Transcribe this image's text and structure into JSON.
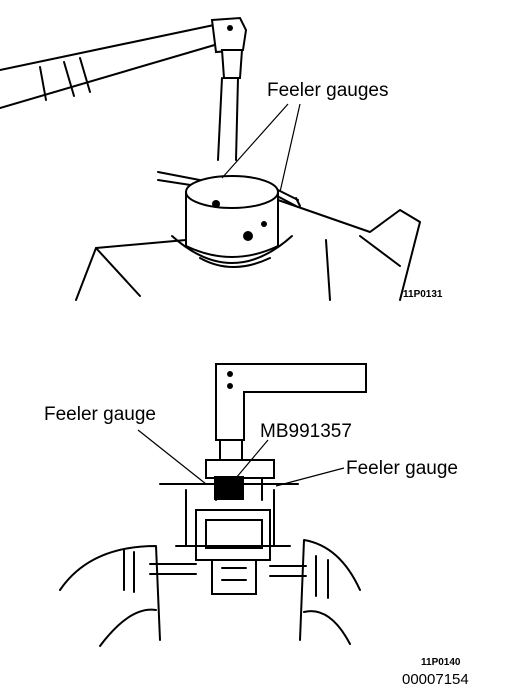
{
  "top_figure": {
    "label_feeler_gauges": "Feeler gauges",
    "figure_code": "11P0131"
  },
  "bottom_figure": {
    "label_feeler_gauge_left": "Feeler gauge",
    "label_tool": "MB991357",
    "label_feeler_gauge_right": "Feeler gauge",
    "figure_code": "11P0140"
  },
  "document_code": "00007154"
}
